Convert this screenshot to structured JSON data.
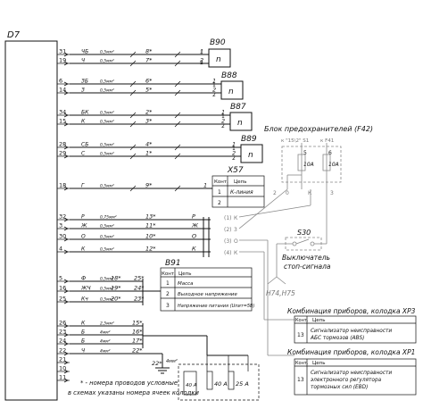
{
  "d7": {
    "label": "D7"
  },
  "pins": [
    "31",
    "19",
    "6",
    "14",
    "34",
    "15",
    "28",
    "29",
    "18",
    "32",
    "3",
    "30",
    "4",
    "5",
    "16",
    "25",
    "26",
    "23",
    "24",
    "22",
    "21",
    "10",
    "11"
  ],
  "wires": [
    {
      "pin": "31",
      "color": "ЧБ",
      "size": "0,5мм²",
      "num": "8*",
      "end": "1"
    },
    {
      "pin": "19",
      "color": "Ч",
      "size": "0,5мм²",
      "num": "7*",
      "end": "2"
    },
    {
      "pin": "6",
      "color": "ЗБ",
      "size": "0,5мм²",
      "num": "6*",
      "end": "1"
    },
    {
      "pin": "14",
      "color": "З",
      "size": "0,5мм²",
      "num": "5*",
      "end": "2"
    },
    {
      "pin": "34",
      "color": "БК",
      "size": "0,5мм²",
      "num": "2*",
      "end": "1"
    },
    {
      "pin": "15",
      "color": "К",
      "size": "0,5мм²",
      "num": "3*",
      "end": "2"
    },
    {
      "pin": "28",
      "color": "СБ",
      "size": "0,5мм²",
      "num": "4*",
      "end": "1"
    },
    {
      "pin": "29",
      "color": "С",
      "size": "0,5мм²",
      "num": "1*",
      "end": "2"
    },
    {
      "pin": "18",
      "color": "Г",
      "size": "0,5мм²",
      "num": "9*",
      "end": "1"
    },
    {
      "pin": "32",
      "color": "Р",
      "size": "0,75мм²",
      "num": "13*",
      "end": "Р"
    },
    {
      "pin": "3",
      "color": "Ж",
      "size": "0,5мм²",
      "num": "11*",
      "end": "Ж"
    },
    {
      "pin": "30",
      "color": "О",
      "size": "0,5мм²",
      "num": "10*",
      "end": "О"
    },
    {
      "pin": "4",
      "color": "К",
      "size": "0,5мм²",
      "num": "12*",
      "end": "К"
    },
    {
      "pin": "5",
      "color": "Ф",
      "size": "0,5мм²",
      "num": "18*",
      "end": "25*"
    },
    {
      "pin": "16",
      "color": "ЖЧ",
      "size": "0,5мм²",
      "num": "19*",
      "end": "24*"
    },
    {
      "pin": "25",
      "color": "Кч",
      "size": "0,5мм²",
      "num": "20*",
      "end": "23*"
    },
    {
      "pin": "26",
      "color": "К",
      "size": "2,5мм²",
      "num": "15*",
      "end": ""
    },
    {
      "pin": "23",
      "color": "Б",
      "size": "4мм²",
      "num": "16*",
      "end": ""
    },
    {
      "pin": "24",
      "color": "Б",
      "size": "4мм²",
      "num": "17*",
      "end": ""
    },
    {
      "pin": "22",
      "color": "Ч",
      "size": "4мм²",
      "num": "22*",
      "end": ""
    }
  ],
  "connectors": {
    "b90": {
      "label": "B90",
      "pins": [
        "1",
        "2"
      ],
      "mark": "n"
    },
    "b88": {
      "label": "B88",
      "pins": [
        "1",
        "2"
      ],
      "mark": "n"
    },
    "b87": {
      "label": "B87",
      "pins": [
        "1",
        "2"
      ],
      "mark": "n"
    },
    "b89": {
      "label": "B89",
      "pins": [
        "1",
        "2"
      ],
      "mark": "n"
    }
  },
  "x57": {
    "label": "X57",
    "headers": [
      "Конт.",
      "Цепь"
    ],
    "rows": [
      [
        "1",
        "К-линия"
      ],
      [
        "2",
        ""
      ]
    ]
  },
  "b91": {
    "label": "B91",
    "headers": [
      "Конт.",
      "Цепь"
    ],
    "rows": [
      [
        "1",
        "Масса"
      ],
      [
        "2",
        "Выходное напряжение"
      ],
      [
        "3",
        "Напряжение питания (Uпит=5B)"
      ]
    ]
  },
  "fuse_block": {
    "title": "Блок предохранителей (F42)",
    "k_left": "к \"15\\2\" S1",
    "k_right": "к  F41",
    "f5": "5",
    "f5v": "10А",
    "f6": "6",
    "f6v": "10А",
    "c0": "0",
    "ck": "К",
    "c3": "3"
  },
  "s30": {
    "label": "S30",
    "caption1": "Выключатель",
    "caption2": "стоп-сигнала",
    "to": "H74,H75"
  },
  "right_marks": {
    "r1": "(1)",
    "k1": "К",
    "r2": "(2)",
    "r3": "(3)",
    "o3": "О",
    "r4": "(4)",
    "k4": "К",
    "m3": "3",
    "m2": "2"
  },
  "xp3": {
    "title": "Комбинация приборов, колодка XP3",
    "headers": [
      "Конт.",
      "Цепь"
    ],
    "row_pin": "13",
    "row_text1": "Сигнализатор неисправности",
    "row_text2": "АБС тормозов (ABS)"
  },
  "xp1": {
    "title": "Комбинация приборов, колодка XP1",
    "headers": [
      "Конт.",
      "Цепь"
    ],
    "row_pin": "13",
    "row_text1": "Сигнализатор неисправности",
    "row_text2": "электронного регулятора",
    "row_text3": "тормозных сил (EBD)"
  },
  "bottom_block": {
    "f1": "40 А",
    "f2": "25 А",
    "f3": "40 А"
  },
  "footnote": {
    "line1": "* - номера проводов условные",
    "line2": "в схемах указаны номера ячеек колодки"
  },
  "ground": {
    "label": "22*",
    "size": "4мм²"
  }
}
